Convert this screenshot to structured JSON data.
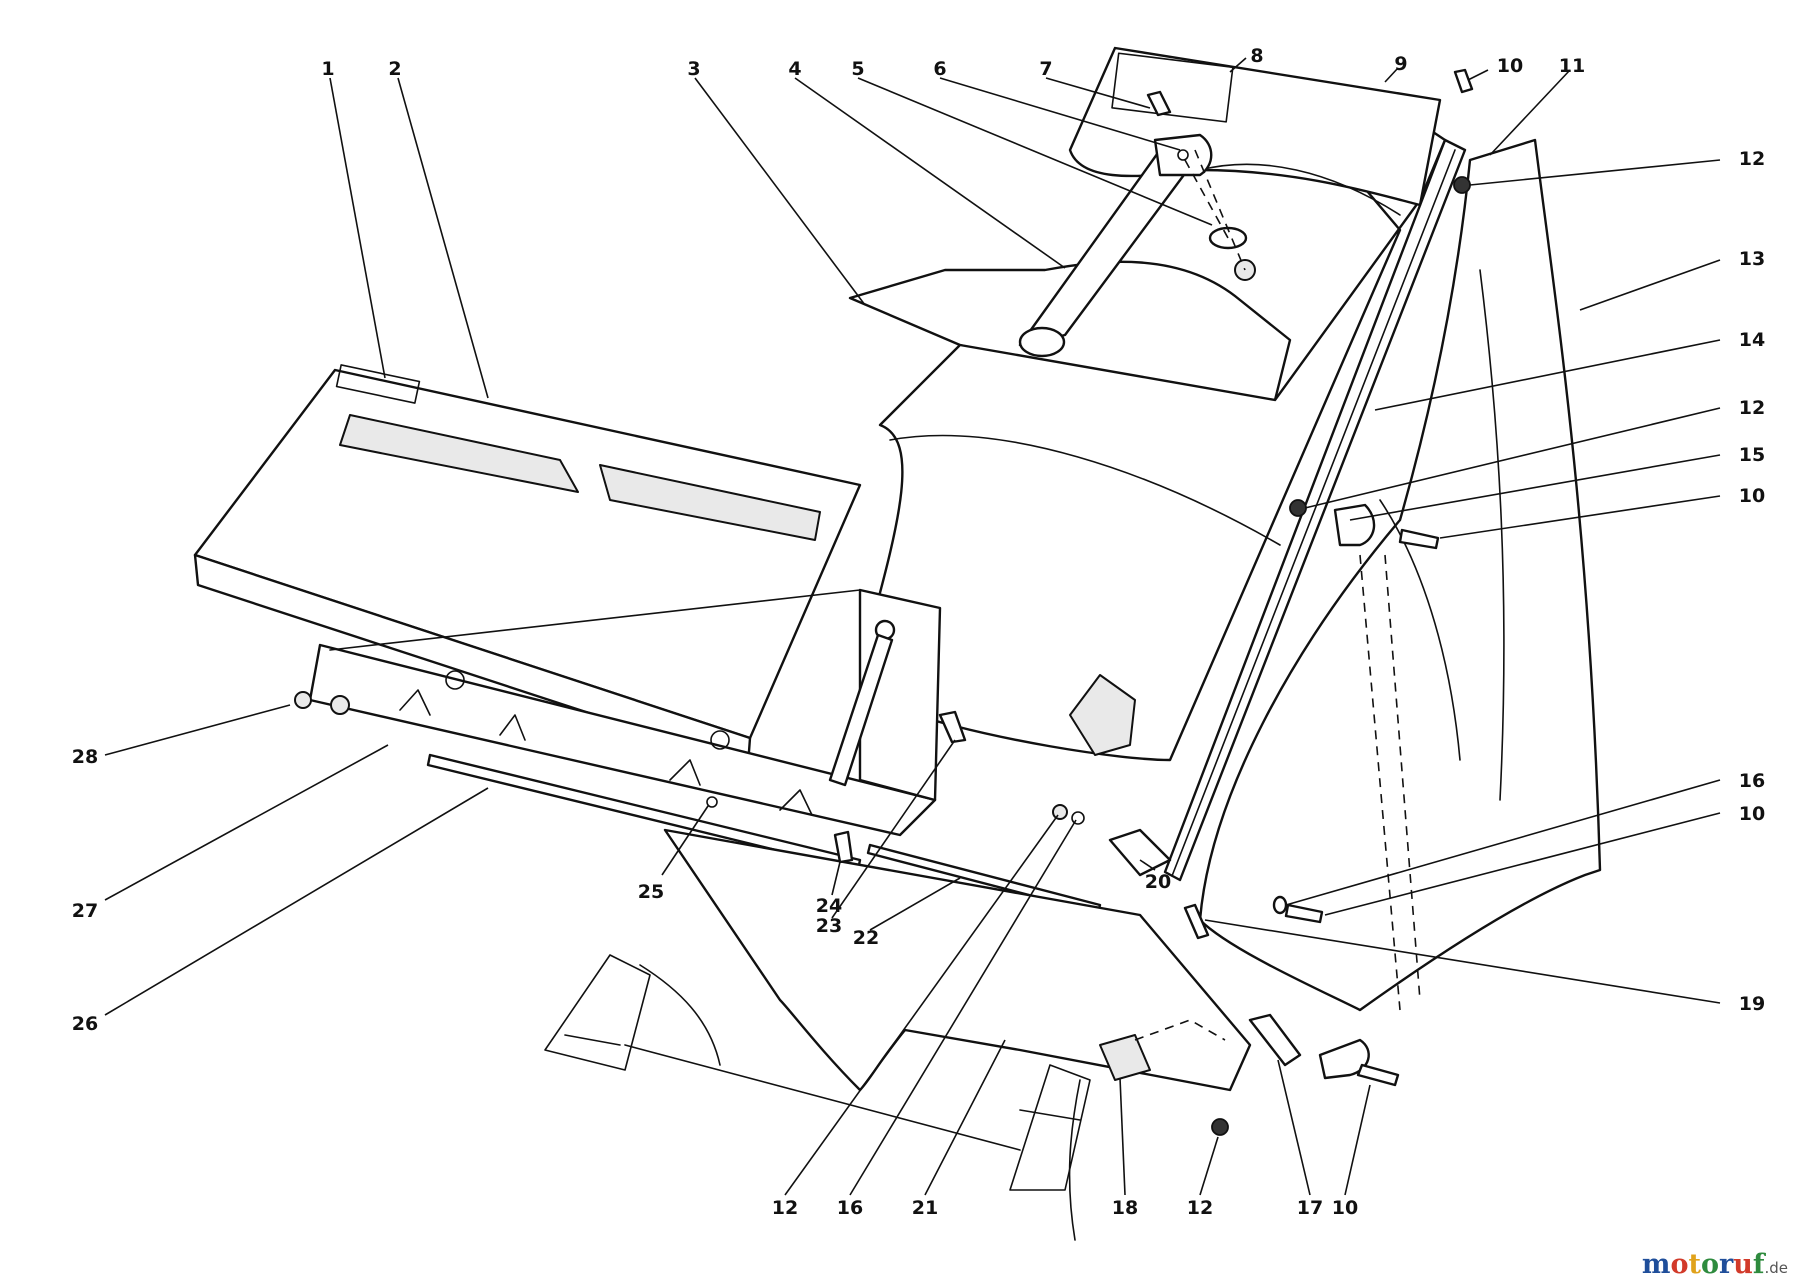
{
  "callouts": [
    {
      "id": "c1",
      "label": "1"
    },
    {
      "id": "c2",
      "label": "2"
    },
    {
      "id": "c3",
      "label": "3"
    },
    {
      "id": "c4",
      "label": "4"
    },
    {
      "id": "c5",
      "label": "5"
    },
    {
      "id": "c6",
      "label": "6"
    },
    {
      "id": "c7",
      "label": "7"
    },
    {
      "id": "c8",
      "label": "8"
    },
    {
      "id": "c9",
      "label": "9"
    },
    {
      "id": "c10a",
      "label": "10"
    },
    {
      "id": "c11",
      "label": "11"
    },
    {
      "id": "c12a",
      "label": "12"
    },
    {
      "id": "c13",
      "label": "13"
    },
    {
      "id": "c14",
      "label": "14"
    },
    {
      "id": "c12b",
      "label": "12"
    },
    {
      "id": "c15",
      "label": "15"
    },
    {
      "id": "c10b",
      "label": "10"
    },
    {
      "id": "c16a",
      "label": "16"
    },
    {
      "id": "c10c",
      "label": "10"
    },
    {
      "id": "c19",
      "label": "19"
    },
    {
      "id": "c28",
      "label": "28"
    },
    {
      "id": "c27",
      "label": "27"
    },
    {
      "id": "c26",
      "label": "26"
    },
    {
      "id": "c25",
      "label": "25"
    },
    {
      "id": "c24",
      "label": "24"
    },
    {
      "id": "c23",
      "label": "23"
    },
    {
      "id": "c22",
      "label": "22"
    },
    {
      "id": "c20",
      "label": "20"
    },
    {
      "id": "c12c",
      "label": "12"
    },
    {
      "id": "c16b",
      "label": "16"
    },
    {
      "id": "c21",
      "label": "21"
    },
    {
      "id": "c18",
      "label": "18"
    },
    {
      "id": "c12d",
      "label": "12"
    },
    {
      "id": "c17",
      "label": "17"
    },
    {
      "id": "c10d",
      "label": "10"
    }
  ],
  "watermark": {
    "name": "motoruf",
    "suffix": ".de",
    "colors": [
      "#1f4e9a",
      "#d23a2a",
      "#e0a21b",
      "#2e8b3e",
      "#1f4e9a",
      "#d23a2a",
      "#2e8b3e"
    ]
  }
}
